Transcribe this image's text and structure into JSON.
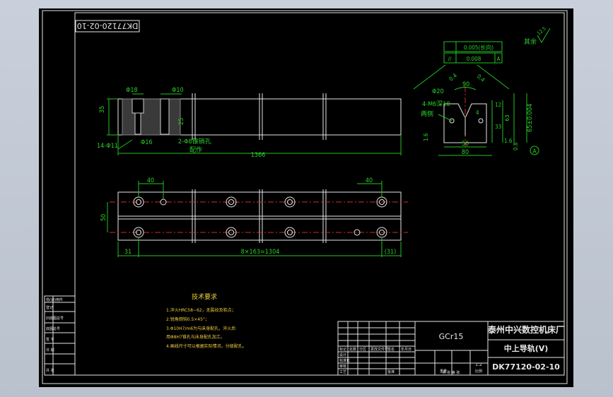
{
  "drawing_number_rotated": "DK77120-02-10",
  "surface_finish_note": "其余",
  "surface_finish_value": "12.5",
  "dims": {
    "d18": "Φ18",
    "d10": "Φ10",
    "h35": "35",
    "h14": "14-Φ11",
    "d16": "Φ16",
    "d25": "25",
    "pin_hole": "2-Φ8锥销孔",
    "assemble": "配作",
    "length": "1366",
    "d40a": "40",
    "d40b": "40",
    "d50": "50",
    "d31": "31",
    "spacing": "8×163=1304",
    "d31b": "(31)",
    "d20": "Φ20",
    "d90": "90",
    "thread": "4-M6深10",
    "both": "两侧",
    "d4": "4",
    "d12": "12",
    "d33": "33",
    "d63": "63",
    "h65": "65±0.004",
    "w50": "50",
    "w80": "80",
    "r16a": "1.6",
    "r16b": "1.6",
    "r08": "0.8",
    "r04a": "0.4",
    "r04b": "0.4",
    "datum": "A",
    "tol1": "0.005(长向)",
    "tol2": "0.008",
    "tol2_datum": "A",
    "parallel_sym": "//"
  },
  "tech": {
    "title": "技术要求",
    "lines": [
      "1.淬火HRC58~62，无裂纹及软点；",
      "2.锐角倒钝0.5×45°；",
      "3.Φ10H7/m6为与床身配孔，淬火后",
      "  用Φ8H7锥孔与床身配孔加工。",
      "4.画线尺寸可以根据实际情况，分级配孔。"
    ]
  },
  "title_block": {
    "material": "GCr15",
    "company": "泰州中兴数控机床厂",
    "part_name": "中上导轨(V)",
    "drawing_no": "DK77120-02-10",
    "scale": "1:2",
    "row_labels": [
      "标记",
      "处数",
      "分区",
      "更改文件号",
      "签名",
      "年月日"
    ],
    "bottom_labels": [
      "设计",
      "标准化",
      "审核",
      "工艺",
      "批准"
    ],
    "weight": "重量",
    "ratio": "比例",
    "sheet_label": "共 张 第 张"
  },
  "side_block": {
    "rows": [
      "借(通)用件",
      "登记",
      "旧底图总号",
      "底图总号",
      "签 字",
      "日 期",
      "共 张"
    ]
  }
}
